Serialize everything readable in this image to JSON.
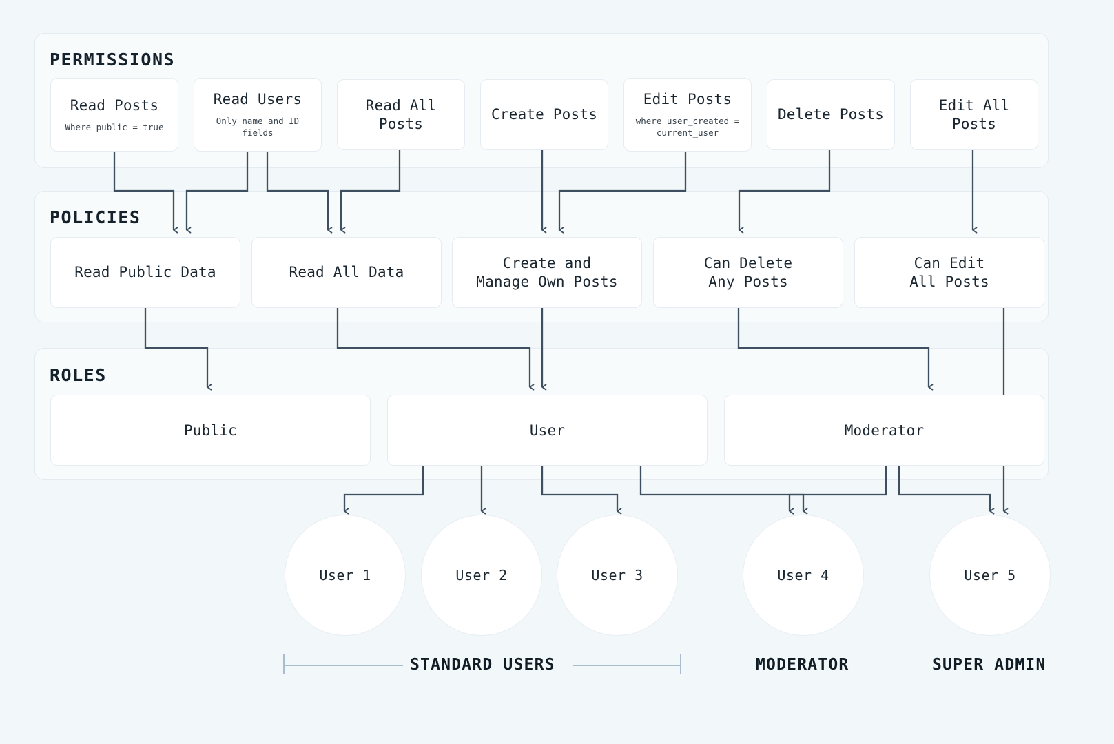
{
  "diagram": {
    "title_permissions": "PERMISSIONS",
    "title_policies": "POLICIES",
    "title_roles": "ROLES",
    "accent_line": "#3d4f60",
    "bg": "#f2f7fa",
    "panel_bg": "#f8fbfc",
    "card_bg": "#ffffff"
  },
  "permissions": [
    {
      "title": "Read Posts",
      "subtitle": "Where public = true"
    },
    {
      "title": "Read Users",
      "subtitle": "Only name and ID fields"
    },
    {
      "title": "Read All Posts",
      "subtitle": ""
    },
    {
      "title": "Create Posts",
      "subtitle": ""
    },
    {
      "title": "Edit Posts",
      "subtitle": "where user_created =\ncurrent_user"
    },
    {
      "title": "Delete Posts",
      "subtitle": ""
    },
    {
      "title": "Edit All Posts",
      "subtitle": ""
    }
  ],
  "policies": [
    {
      "title": "Read Public Data"
    },
    {
      "title": "Read All Data"
    },
    {
      "title": "Create and\nManage Own Posts"
    },
    {
      "title": "Can Delete\nAny Posts"
    },
    {
      "title": "Can Edit\nAll Posts"
    }
  ],
  "roles": [
    {
      "title": "Public"
    },
    {
      "title": "User"
    },
    {
      "title": "Moderator"
    }
  ],
  "users": [
    {
      "title": "User 1"
    },
    {
      "title": "User 2"
    },
    {
      "title": "User 3"
    },
    {
      "title": "User 4"
    },
    {
      "title": "User 5"
    }
  ],
  "group_labels": [
    {
      "label": "STANDARD USERS"
    },
    {
      "label": "MODERATOR"
    },
    {
      "label": "SUPER ADMIN"
    }
  ]
}
